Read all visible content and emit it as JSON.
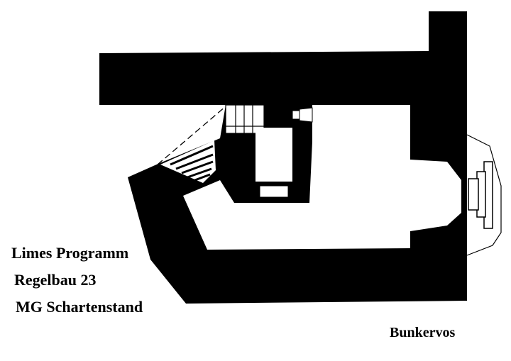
{
  "captions": {
    "line1": "Limes Programm",
    "line2": "Regelbau 23",
    "line3": "MG Schartenstand",
    "credit": "Bunkervos"
  },
  "colors": {
    "wall": "#000000",
    "background": "#ffffff",
    "line": "#000000"
  }
}
